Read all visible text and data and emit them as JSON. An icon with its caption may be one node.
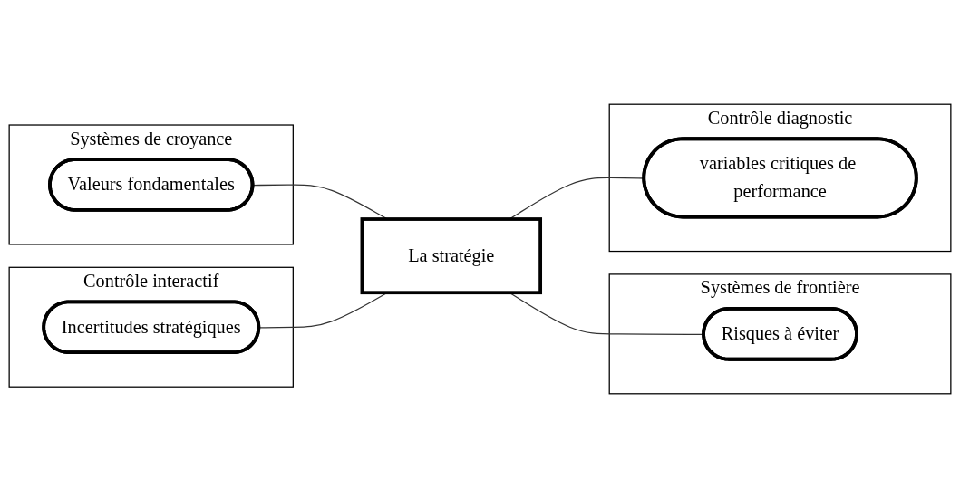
{
  "diagram": {
    "nodes": [
      {
        "text": [
          "Systèmes de croyance"
        ]
      },
      {
        "text": [
          "Valeurs fondamentales"
        ],
        "in": 0
      },
      {
        "text": [
          "Systèmes de frontière"
        ]
      },
      {
        "text": [
          "Risques à éviter"
        ],
        "in": 2
      },
      {
        "text": [
          "La stratégie"
        ]
      },
      {
        "text": [
          "Contrôle interactif"
        ]
      },
      {
        "text": [
          "Incertitudes stratégiques"
        ],
        "in": 5
      },
      {
        "text": [
          "Contrôle diagnostic"
        ]
      },
      {
        "text": [
          "variables critiques de performance"
        ],
        "in": 7
      }
    ],
    "edges": [
      {
        "from": 1,
        "to": 4,
        "arrow": "none"
      },
      {
        "from": 4,
        "to": 3,
        "arrow": "none"
      },
      {
        "from": 6,
        "to": 4,
        "arrow": "none"
      },
      {
        "from": 4,
        "to": 8,
        "arrow": "none"
      }
    ]
  }
}
